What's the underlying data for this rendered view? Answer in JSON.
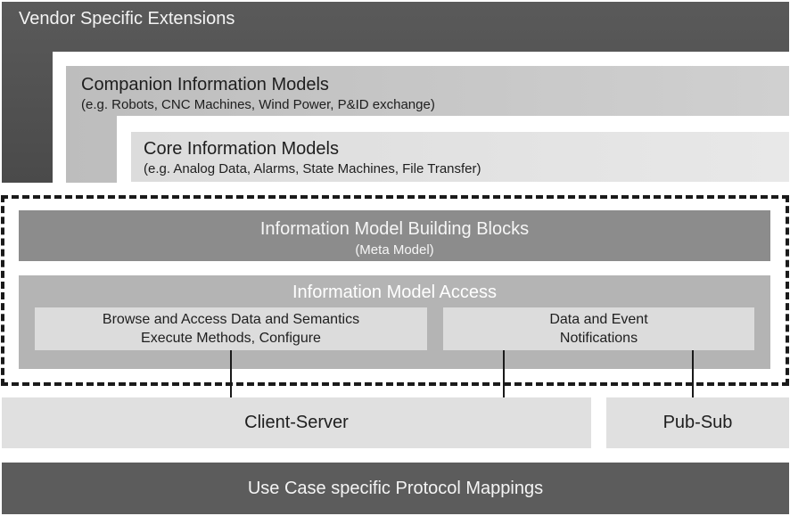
{
  "layers": {
    "vendor": {
      "title": "Vendor Specific Extensions"
    },
    "companion": {
      "title": "Companion Information Models",
      "subtitle": "(e.g. Robots, CNC Machines, Wind Power, P&ID exchange)"
    },
    "core": {
      "title": "Core Information Models",
      "subtitle": "(e.g. Analog Data, Alarms, State Machines, File Transfer)"
    },
    "building_blocks": {
      "title": "Information Model Building Blocks",
      "subtitle": "(Meta Model)"
    },
    "access": {
      "title": "Information Model Access",
      "left": {
        "line1": "Browse and Access Data and Semantics",
        "line2": "Execute Methods, Configure"
      },
      "right": {
        "line1": "Data and Event",
        "line2": "Notifications"
      }
    },
    "transports": {
      "client_server": "Client-Server",
      "pub_sub": "Pub-Sub"
    },
    "protocol_mappings": "Use Case specific Protocol Mappings"
  },
  "colors": {
    "dark_layer": "#4f4f4f",
    "companion_layer": "#c4c4c4",
    "core_layer": "#e2e2e2",
    "building_blocks": "#8c8c8c",
    "access": "#b4b4b4",
    "inner_box": "#dcdcdc",
    "transport": "#e0e0e0",
    "dashed_border": "#1a1a1a"
  }
}
